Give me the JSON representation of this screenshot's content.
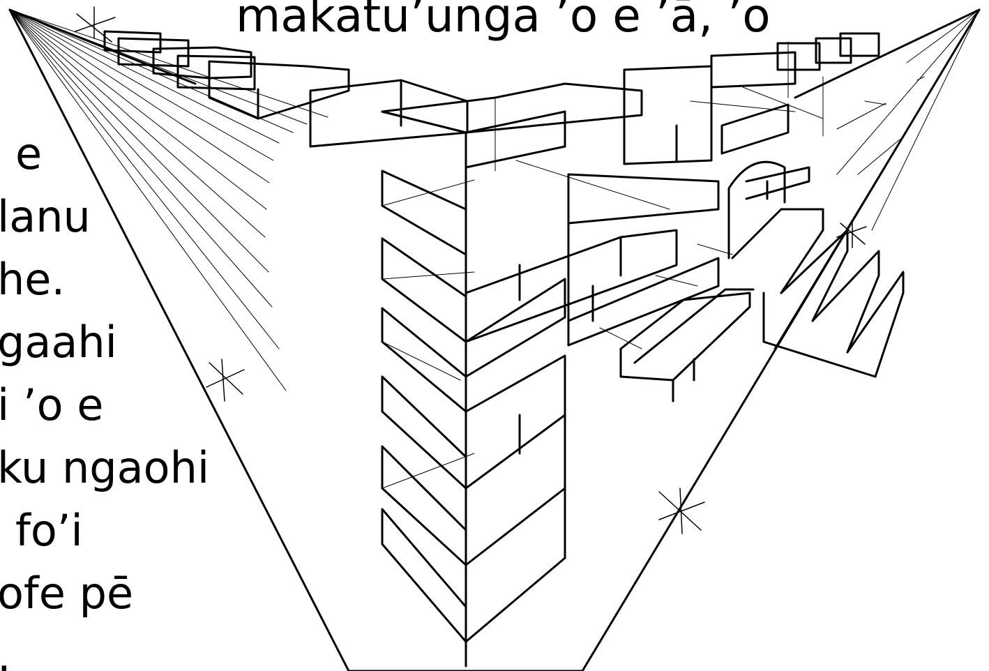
{
  "caption": {
    "top": "makatu’unga ’o e ’ā, ’o",
    "side_lines": [
      "e",
      "lanu",
      "he.",
      "gaahi",
      "i ’o e",
      "ku ngaohi",
      "fo’i",
      "ofe pē",
      "."
    ]
  },
  "colors": {
    "ink": "#000000",
    "paper": "#ffffff"
  },
  "icons": [
    "sparkle-icon",
    "sparkle-icon",
    "sparkle-icon",
    "sparkle-icon",
    "sparkle-icon"
  ]
}
